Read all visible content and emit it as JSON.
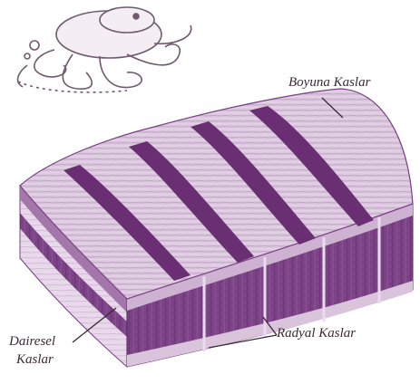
{
  "labels": {
    "boyuna": "Boyuna Kaslar",
    "dairesel_line1": "Dairesel",
    "dairesel_line2": "Kaslar",
    "radyal": "Radyal Kaslar"
  },
  "colors": {
    "muscle_light": "#d9c4dc",
    "muscle_mid": "#b48fba",
    "muscle_dark": "#7a3f84",
    "muscle_deep": "#5a245f",
    "ink": "#3a2a33"
  },
  "icons": {
    "octopus": "octopus-illustration"
  }
}
